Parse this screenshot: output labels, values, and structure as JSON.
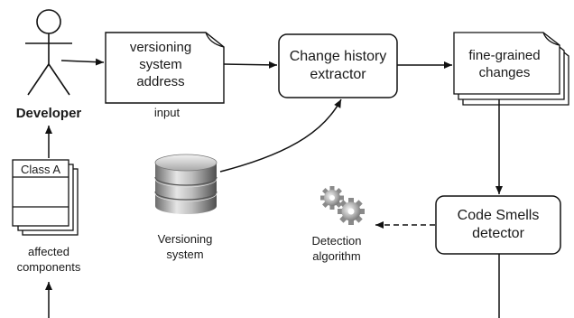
{
  "actor": {
    "label": "Developer"
  },
  "nodes": {
    "versioning_address": {
      "label": "versioning\nsystem\naddress"
    },
    "input": {
      "label": "input"
    },
    "extractor": {
      "label": "Change history\nextractor"
    },
    "changes": {
      "label": "fine-grained\nchanges"
    },
    "smells": {
      "label": "Code Smells\ndetector"
    },
    "detection": {
      "label": "Detection\nalgorithm"
    },
    "versioning_system": {
      "label": "Versioning\nsystem"
    },
    "class_stack": {
      "class_label": "Class A"
    },
    "affected": {
      "label": "affected\ncomponents"
    }
  },
  "icons": {
    "actor": "stick-figure-icon",
    "database": "database-icon",
    "gears": "gears-icon",
    "class": "uml-class-icon"
  }
}
